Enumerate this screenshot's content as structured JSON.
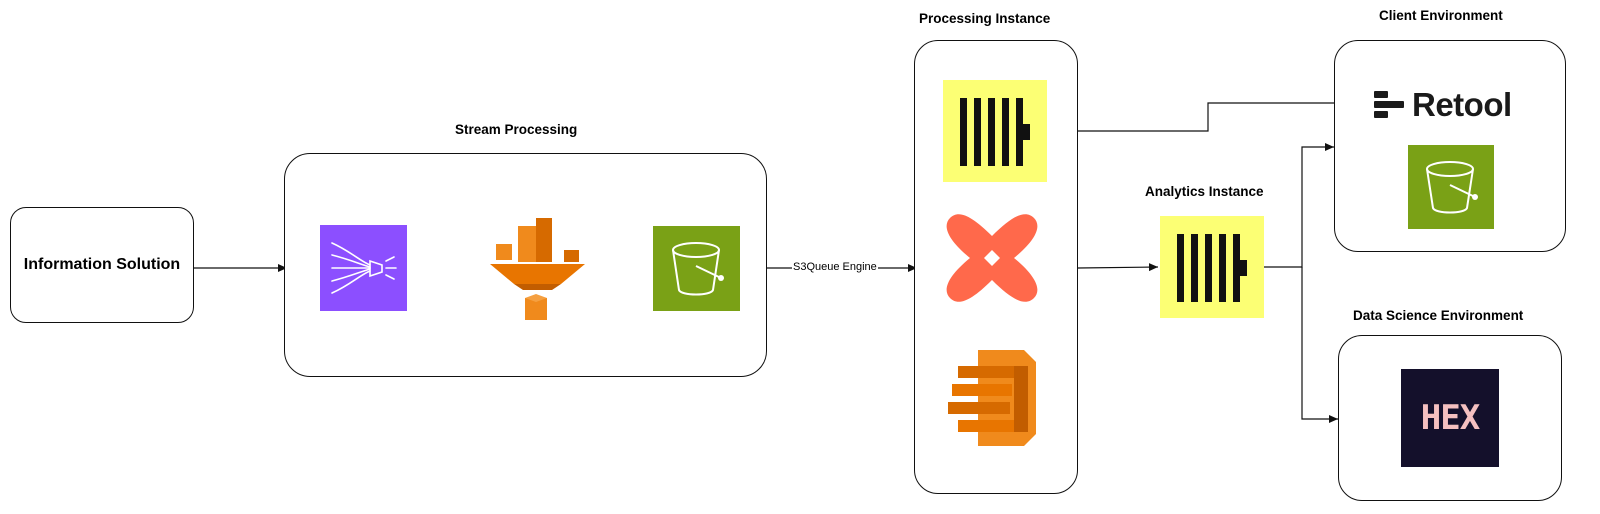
{
  "nodes": {
    "information_solution": {
      "label": "Information Solution"
    },
    "stream_processing": {
      "title": "Stream Processing"
    },
    "processing_instance": {
      "title": "Processing Instance"
    },
    "analytics_instance": {
      "title": "Analytics Instance"
    },
    "client_environment": {
      "title": "Client Environment"
    },
    "data_science_environment": {
      "title": "Data Science Environment"
    }
  },
  "edges": {
    "s3queue_label": "S3Queue Engine"
  },
  "logos": {
    "retool_text": "Retool",
    "hex_text": "HEX"
  },
  "icons": [
    "kinesis-firehose-icon",
    "kinesis-analytics-icon",
    "s3-bucket-icon",
    "clickhouse-icon",
    "dbt-icon",
    "emr-icon",
    "retool-logo",
    "hex-logo"
  ],
  "colors": {
    "firehose_purple": "#8c4fff",
    "aws_orange": "#ed7100",
    "s3_green": "#7aa116",
    "clickhouse_yellow": "#fcff74",
    "dbt_coral": "#ff694b",
    "hex_bg": "#14102b",
    "hex_pink": "#f5c0c0"
  }
}
